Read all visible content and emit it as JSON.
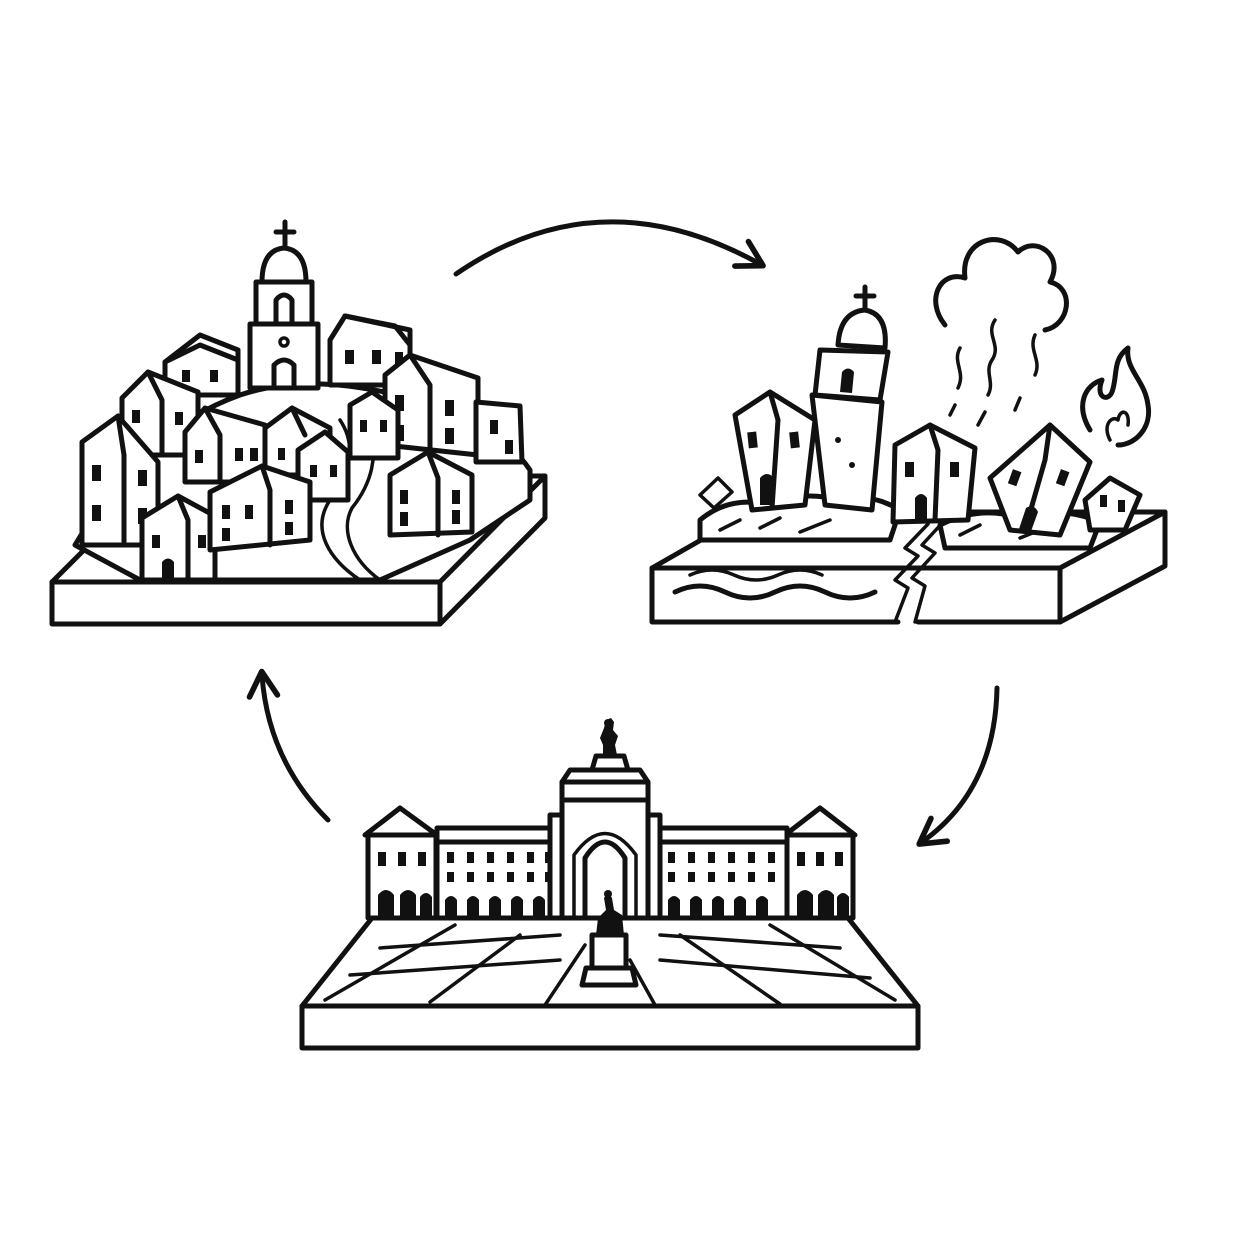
{
  "diagram": {
    "type": "cycle",
    "stages": [
      {
        "id": "old-city",
        "icon": "hillside-town-icon"
      },
      {
        "id": "destruction",
        "icon": "earthquake-ruins-icon"
      },
      {
        "id": "rebuilt-city",
        "icon": "rebuilt-square-icon"
      }
    ],
    "flow": [
      {
        "from": "old-city",
        "to": "destruction"
      },
      {
        "from": "destruction",
        "to": "rebuilt-city"
      },
      {
        "from": "rebuilt-city",
        "to": "old-city"
      }
    ]
  },
  "colors": {
    "line": "#111111",
    "background": "#ffffff"
  }
}
